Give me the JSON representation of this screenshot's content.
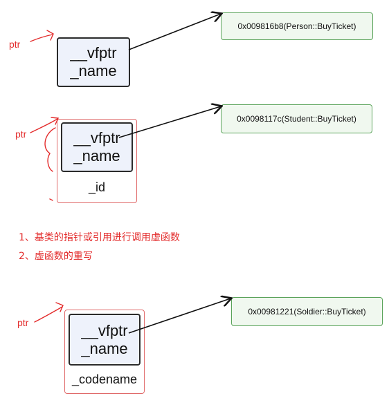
{
  "diagrams": [
    {
      "ptr": "ptr",
      "vfptr": "__vfptr",
      "name": "_name",
      "members": [],
      "vtable": "0x009816b8(Person::BuyTicket)"
    },
    {
      "ptr": "ptr",
      "vfptr": "__vfptr",
      "name": "_name",
      "members": [
        "_id"
      ],
      "vtable": "0x0098117c(Student::BuyTicket)"
    },
    {
      "ptr": "ptr",
      "vfptr": "__vfptr",
      "name": "_name",
      "members": [
        "_codename"
      ],
      "vtable": "0x00981221(Soldier::BuyTicket)"
    }
  ],
  "notes": [
    "1、基类的指针或引用进行调用虚函数",
    "2、虚函数的重写"
  ],
  "colors": {
    "annotation": "#e32b2b",
    "arrow": "#111111",
    "vtable_border": "#5aa35a",
    "object_fill": "#eef2fb"
  }
}
